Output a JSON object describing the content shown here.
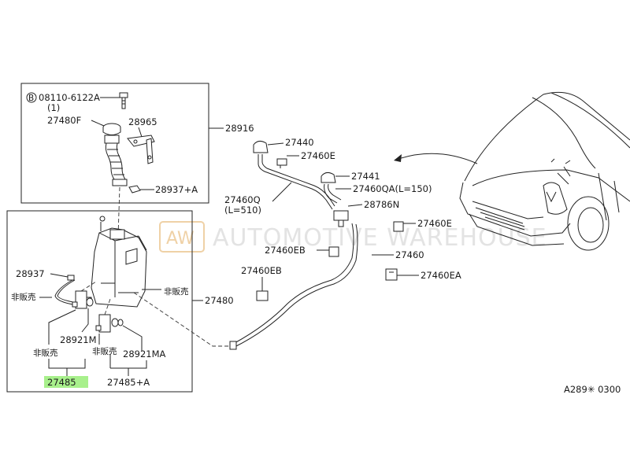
{
  "labels": {
    "bolt_code": "08110-6122A",
    "bolt_qty": "(1)",
    "p27480F": "27480F",
    "p28965": "28965",
    "p28916": "28916",
    "p28937A": "28937+A",
    "p27440": "27440",
    "p27460E_top": "27460E",
    "p27441": "27441",
    "p27460QA": "27460QA(L=150)",
    "p27460Q": "27460Q",
    "p27460Q_len": "(L=510)",
    "p28786N": "28786N",
    "p27460E_mid": "27460E",
    "p27460EB_mid": "27460EB",
    "p27460": "27460",
    "p27460EB_low": "27460EB",
    "p27460EA": "27460EA",
    "p28937": "28937",
    "not_sold_1": "非販売",
    "not_sold_2": "非販売",
    "p27480": "27480",
    "p28921M": "28921M",
    "not_sold_3": "非販売",
    "not_sold_4": "非販売",
    "p28921MA": "28921MA",
    "p27485": "27485",
    "p27485A": "27485+A",
    "diagram_code": "A289✳ 0300"
  },
  "badges": {
    "bolt_prefix": "B"
  },
  "watermark": {
    "logo_letters": "AW",
    "text": "AUTOMOTIVE WAREHOUSE"
  },
  "colors": {
    "highlight": "#a8f08c",
    "watermark_text": "#e3e3e3",
    "watermark_logo": "#efd1a6",
    "ink": "#1a1a1a"
  }
}
